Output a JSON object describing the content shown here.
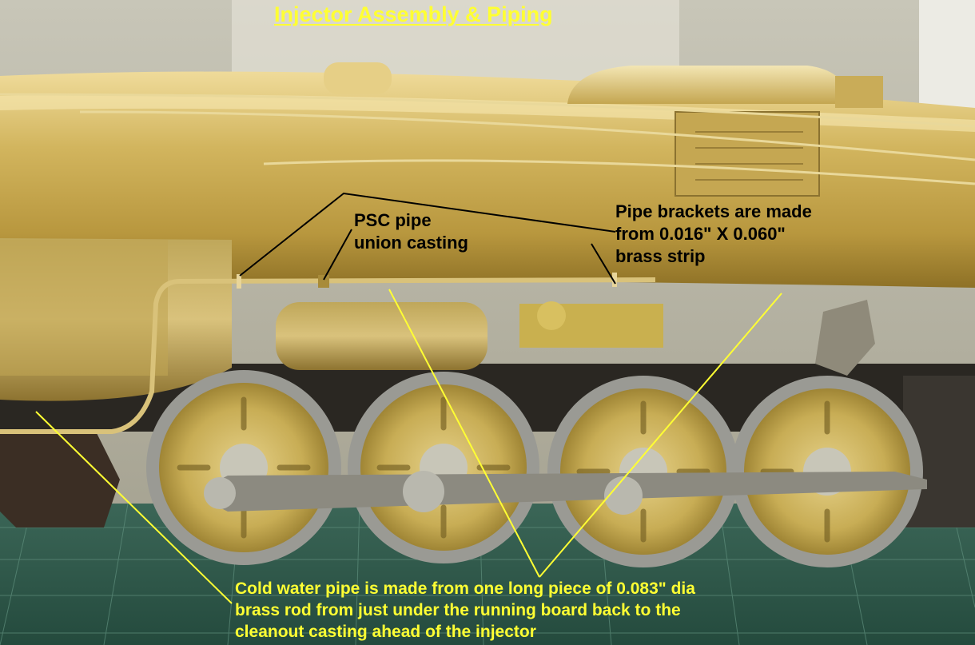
{
  "title": "Injector Assembly & Piping",
  "annotations": {
    "psc_union": [
      "PSC pipe",
      "union casting"
    ],
    "pipe_brackets": [
      "Pipe brackets are made",
      "from 0.016\" X 0.060\"",
      "brass strip"
    ],
    "cold_water_pipe": [
      "Cold water pipe is made from one long piece of 0.083\" dia",
      "brass rod from just under the running board back to the",
      "cleanout casting ahead of the injector"
    ]
  },
  "colors": {
    "title_text": "#ffff33",
    "callout_yellow": "#ffff33",
    "callout_black": "#000000",
    "brass": "#c9a94a",
    "cutting_mat": "#2f5a4c"
  }
}
